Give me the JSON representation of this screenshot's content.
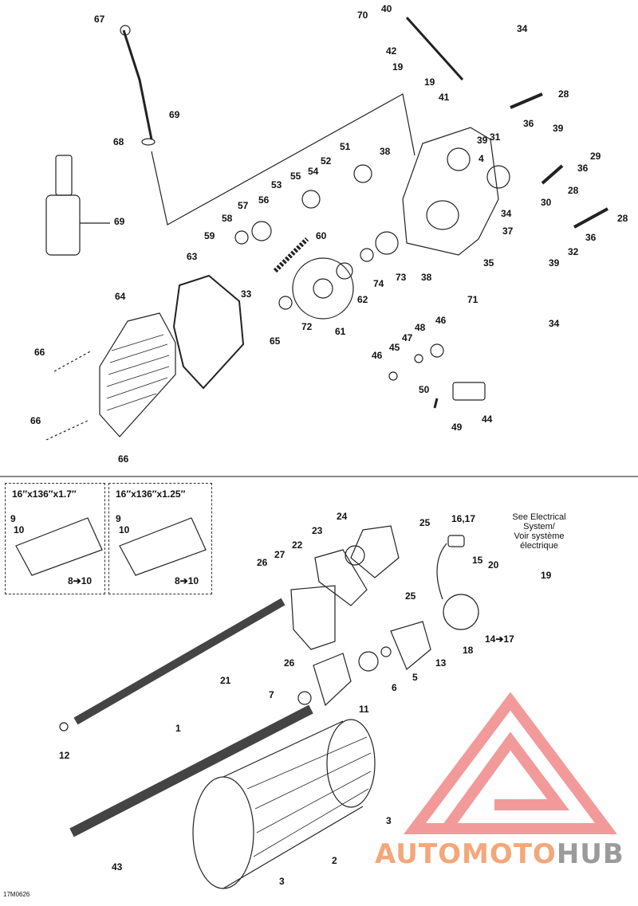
{
  "kits": [
    {
      "title": "16″x136″x1.7″",
      "parts": [
        "9",
        "10",
        "8➔10"
      ]
    },
    {
      "title": "16″x136″x1.25″",
      "parts": [
        "9",
        "10",
        "8➔10"
      ]
    }
  ],
  "electrical_note": {
    "line1": "See Electrical",
    "line2": "System/",
    "line3": "Voir système",
    "line4": "électrique"
  },
  "drawing_ref": "17M0626",
  "watermark": {
    "part1": "AUTO",
    "part2": "MOTO",
    "part3": "HUB"
  },
  "colors": {
    "watermark_red": "#f29a9a",
    "watermark_orange": "#f3a77a",
    "watermark_gray": "#9b9b9b"
  },
  "labels_top": [
    "67",
    "40",
    "70",
    "42",
    "19",
    "19",
    "41",
    "34",
    "28",
    "36",
    "31",
    "39",
    "39",
    "29",
    "36",
    "28",
    "30",
    "34",
    "28",
    "37",
    "36",
    "32",
    "39",
    "34",
    "35",
    "38",
    "38",
    "71",
    "4",
    "51",
    "52",
    "54",
    "55",
    "53",
    "56",
    "57",
    "58",
    "59",
    "60",
    "63",
    "33",
    "62",
    "74",
    "73",
    "61",
    "72",
    "65",
    "64",
    "66",
    "66",
    "66",
    "69",
    "68",
    "69",
    "46",
    "45",
    "47",
    "48",
    "46",
    "50",
    "49",
    "44"
  ],
  "labels_bottom": [
    "24",
    "25",
    "23",
    "22",
    "27",
    "26",
    "25",
    "21",
    "26",
    "16,17",
    "15",
    "20",
    "19",
    "18",
    "14➔17",
    "13",
    "5",
    "6",
    "11",
    "7",
    "12",
    "1",
    "3",
    "2",
    "3",
    "43"
  ]
}
